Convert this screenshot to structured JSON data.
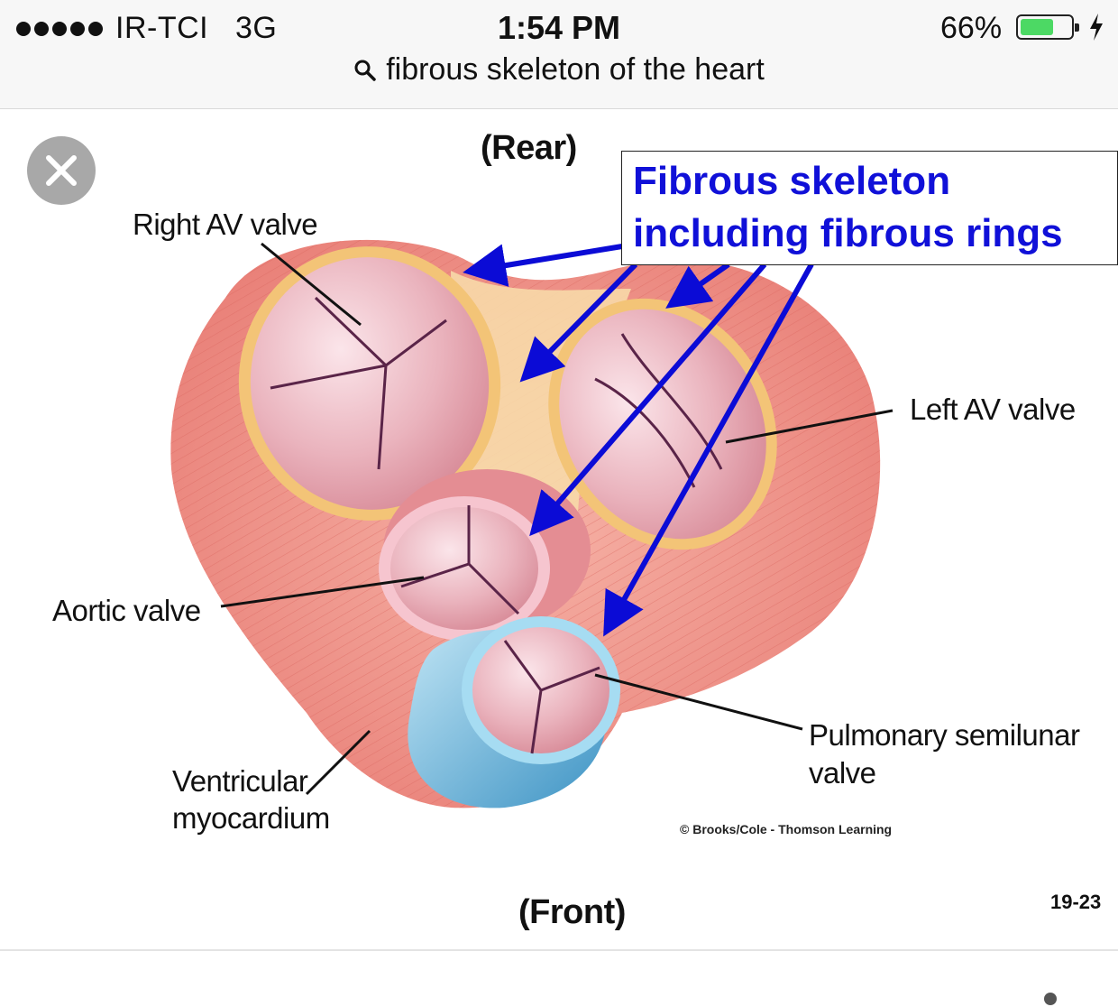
{
  "status_bar": {
    "carrier": "IR-TCI",
    "network": "3G",
    "time": "1:54 PM",
    "battery_percent": "66%",
    "battery_level": 0.66
  },
  "search": {
    "query": "fibrous skeleton of the heart",
    "icon": "magnifier-icon"
  },
  "figure": {
    "top_label": "(Rear)",
    "bottom_label": "(Front)",
    "callout": {
      "line1": "Fibrous skeleton",
      "line2": "including fibrous rings"
    },
    "labels": {
      "right_av": "Right AV valve",
      "left_av": "Left AV valve",
      "aortic": "Aortic valve",
      "ventricular_1": "Ventricular",
      "ventricular_2": "myocardium",
      "pulmonary_1": "Pulmonary semilunar",
      "pulmonary_2": "valve"
    },
    "copyright": "© Brooks/Cole - Thomson Learning",
    "figure_number": "19-23"
  },
  "colors": {
    "callout_text": "#1010d8",
    "arrow": "#0b0bd6",
    "myocardium": "#ef8f87",
    "fibrous_tissue": "#f6d7a6",
    "pulmonary_trunk": "#6fb9dc",
    "battery_fill": "#4cd964"
  }
}
